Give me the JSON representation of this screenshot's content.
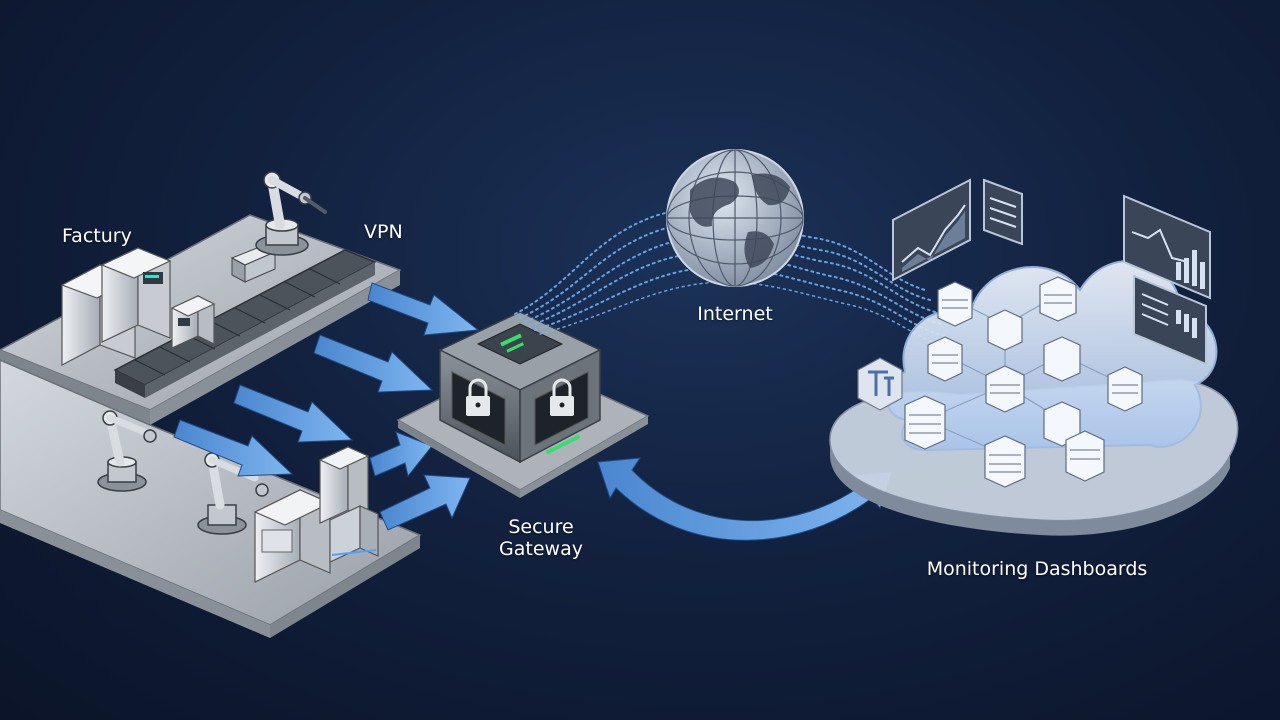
{
  "labels": {
    "factory": "Factury",
    "vpn": "VPN",
    "internet": "Internet",
    "gateway_line1": "Secure",
    "gateway_line2": "Gateway",
    "monitoring": "Monitoring Dashboards"
  },
  "icons": [
    "robot-arm-icon",
    "conveyor-icon",
    "server-cabinet-icon",
    "lock-icon",
    "globe-icon",
    "cloud-icon",
    "server-node-icon",
    "dashboard-panel-icon"
  ],
  "colors": {
    "background": "#12213f",
    "arrow": "#5b9be0",
    "data_stream": "#6fb6ff",
    "platform": "#b9bec6",
    "cloud": "#dfeafb",
    "status_green": "#35e06a"
  }
}
